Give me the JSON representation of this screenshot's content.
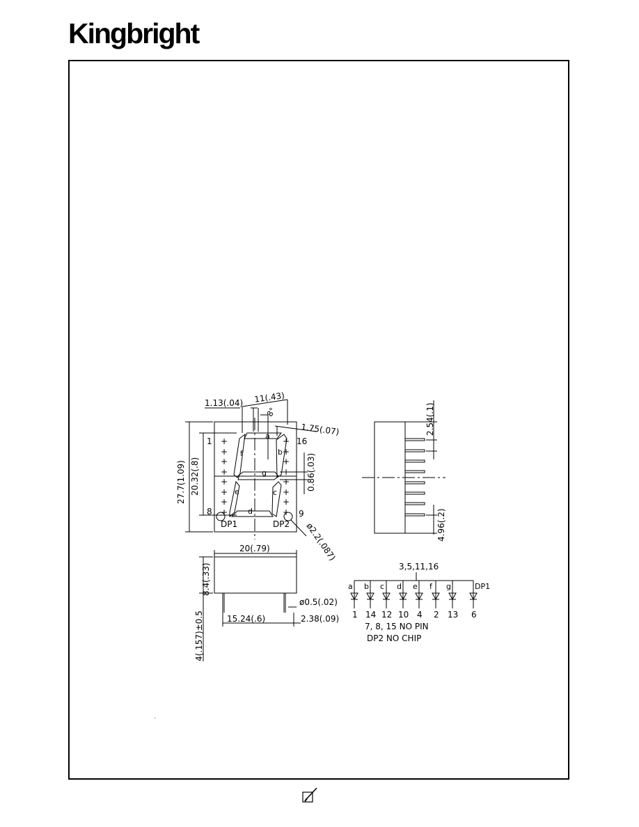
{
  "brand": {
    "name": "Kingbright"
  },
  "front_view": {
    "dim_width_top": "11(.43)",
    "dim_seg_width": "1.13(.04)",
    "dim_seg_right": "1.75(.07)",
    "dim_tilt": "8°",
    "dim_height_total": "27.7(1.09)",
    "dim_height_digit": "20.32(.8)",
    "dim_seg_gap": "0.86(.03)",
    "dim_dp": "ø2.2(.087)",
    "pin_1": "1",
    "pin_8": "8",
    "pin_9": "9",
    "pin_16": "16",
    "segment_labels": {
      "a": "a",
      "b": "b",
      "c": "c",
      "d": "d",
      "e": "e",
      "f": "f",
      "g": "g"
    },
    "dp1_label": "DP1",
    "dp2_label": "DP2"
  },
  "side_view": {
    "dim_pitch": "2.54(.1)",
    "dim_pin_length": "4.96(.2)"
  },
  "bottom_view": {
    "dim_width": "20(.79)",
    "dim_thickness": "8.4(.33)",
    "dim_pin_len": "4(.157)±0.5",
    "dim_pin_dia": "ø0.5(.02)",
    "dim_row_span": "15.24(.6)",
    "dim_edge": "2.38(.09)"
  },
  "circuit": {
    "common_pins": "3,5,11,16",
    "segments": [
      "a",
      "b",
      "c",
      "d",
      "e",
      "f",
      "g",
      "DP1"
    ],
    "pins": [
      "1",
      "14",
      "12",
      "10",
      "4",
      "2",
      "13",
      "6"
    ],
    "note_no_pin": "7, 8, 15 NO PIN",
    "note_no_chip": "DP2 NO CHIP"
  },
  "page_mark": "'"
}
